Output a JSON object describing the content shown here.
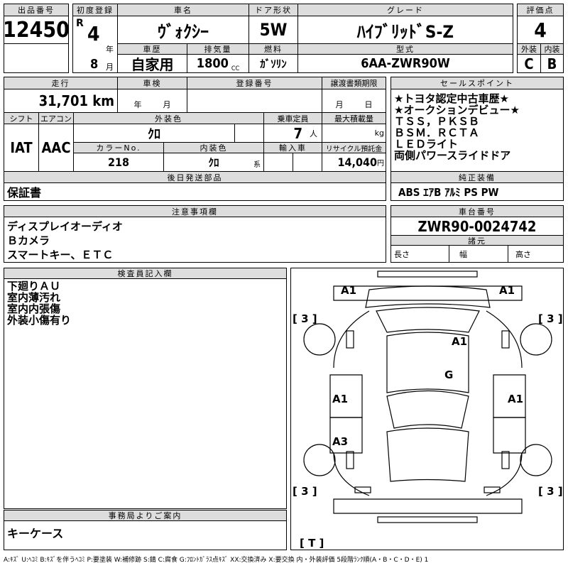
{
  "header": {
    "lot_label": "出品番号",
    "lot": "12450",
    "first_reg_label": "初度登録",
    "era": "R",
    "year": "4",
    "year_unit": "年",
    "month": "8",
    "month_unit": "月",
    "car_name_label": "車名",
    "car_name": "ｳﾞｫｸｼｰ",
    "door_label": "ドア形状",
    "door": "5W",
    "grade_label": "グレード",
    "grade": "ﾊｲﾌﾞﾘｯﾄﾞS-Z",
    "score_label": "評価点",
    "score": "4",
    "history_label": "車歴",
    "history": "自家用",
    "displacement_label": "排気量",
    "displacement": "1800",
    "cc": "CC",
    "fuel_label": "燃料",
    "fuel": "ｶﾞｿﾘﾝ",
    "model_label": "型式",
    "model": "6AA-ZWR90W",
    "ext_label": "外装",
    "ext": "C",
    "int_label": "内装",
    "int": "B"
  },
  "info": {
    "mileage_label": "走行",
    "mileage": "31,701",
    "km": "km",
    "inspection_label": "車検",
    "year_unit": "年",
    "month_unit": "月",
    "reg_no_label": "登録番号",
    "transfer_label": "譲渡書類期限",
    "t_month": "月",
    "t_day": "日",
    "shift_label": "シフト",
    "shift": "IAT",
    "ac_label": "エアコン",
    "ac": "AAC",
    "color_label": "外装色",
    "color": "ｸﾛ",
    "seats_label": "乗車定員",
    "seats": "7",
    "seats_unit": "人",
    "load_label": "最大積載量",
    "load_unit": "kg",
    "color_no_label": "カラーNo.",
    "color_no": "218",
    "int_color_label": "内装色",
    "int_color": "ｸﾛ",
    "kei": "系",
    "import_label": "輸入車",
    "recycle_label": "リサイクル預託金",
    "recycle": "14,040",
    "yen": "円",
    "later_label": "後日発送部品",
    "later": "保証書"
  },
  "sales": {
    "label": "セールスポイント",
    "items": [
      "★トヨタ認定中古車歴★",
      "★オークションデビュー★",
      "ＴＳＳ，ＰＫＳＢ",
      "ＢＳＭ．ＲＣＴＡ",
      "ＬＥＤライト",
      "両側パワースライドドア"
    ]
  },
  "equip": {
    "label": "純正装備",
    "value": "ABS ｴｱB ｱﾙﾐ PS PW"
  },
  "notes": {
    "label": "注意事項欄",
    "items": [
      "ディスプレイオーディオ",
      "Ｂカメラ",
      "スマートキー、ＥＴＣ"
    ]
  },
  "chassis": {
    "label": "車台番号",
    "value": "ZWR90-0024742",
    "dims_label": "諸元",
    "length": "長さ",
    "width": "幅",
    "height": "高さ"
  },
  "inspector": {
    "label": "検査員記入欄",
    "items": [
      "下廻りＡＵ",
      "室内薄汚れ",
      "室内内張傷",
      "外装小傷有り"
    ]
  },
  "office": {
    "label": "事務局よりご案内",
    "value": "キーケース"
  },
  "diagram": {
    "marks": [
      "A1",
      "A1",
      "A1",
      "G",
      "A1",
      "A1",
      "A3"
    ],
    "tires": [
      "3",
      "3",
      "3",
      "3"
    ],
    "t": "T"
  },
  "legend": "A:ｷｽﾞ U:ﾍｺﾐ B:ｷｽﾞを伴うﾍｺﾐ P:要塗装 W:補修跡 S:錆 C:腐食 G:ﾌﾛﾝﾄｶﾞﾗｽ点ｷｽﾞ XX:交換済み X:要交換 内・外装評価 5段階ﾗﾝｸ順(A・B・C・D・E) 1"
}
